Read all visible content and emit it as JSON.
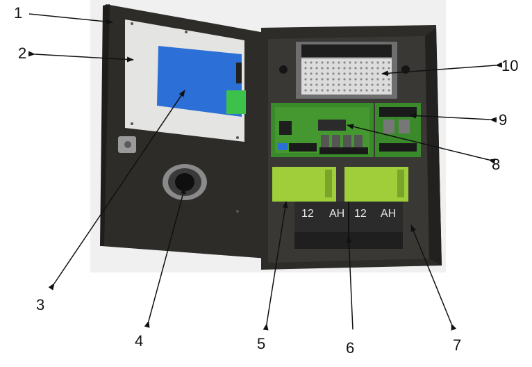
{
  "colors": {
    "background_panel": "#f0f0f0",
    "enclosure": "#2e2c29",
    "door_plate": "#e4e4e2",
    "control_pcb": "#2c6fd6",
    "main_pcb": "#3a8a2c",
    "psu_board": "#9fce3a",
    "battery": "#2b2b2b",
    "arrow": "#111111"
  },
  "battery_text": [
    "12",
    "AH",
    "12",
    "AH"
  ],
  "callouts": [
    {
      "id": "1",
      "label": "1"
    },
    {
      "id": "2",
      "label": "2"
    },
    {
      "id": "3",
      "label": "3"
    },
    {
      "id": "4",
      "label": "4"
    },
    {
      "id": "5",
      "label": "5"
    },
    {
      "id": "6",
      "label": "6"
    },
    {
      "id": "7",
      "label": "7"
    },
    {
      "id": "8",
      "label": "8"
    },
    {
      "id": "9",
      "label": "9"
    },
    {
      "id": "10",
      "label": "10"
    }
  ]
}
